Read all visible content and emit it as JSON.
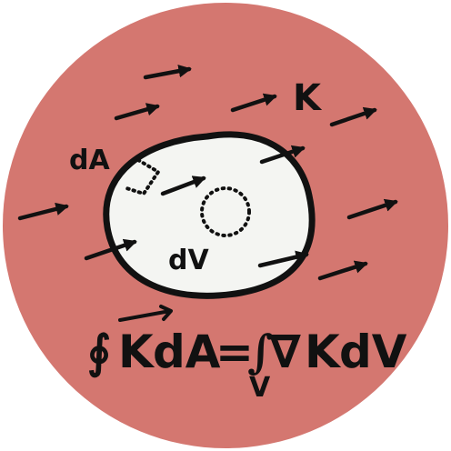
{
  "colors": {
    "background": "#ffffff",
    "disc": "#d47770",
    "blob_fill": "#f4f5f2",
    "ink": "#111111"
  },
  "labels": {
    "field": "K",
    "area_element": "dA",
    "volume_element": "dV"
  },
  "equation": {
    "lhs_integral": "∮",
    "lhs_field": "K",
    "lhs_diff": "dA",
    "equals": "=",
    "rhs_integral": "∫",
    "rhs_subscript": "V",
    "rhs_operator": "∇",
    "rhs_field": "K",
    "rhs_diff": "dV"
  },
  "icons": {
    "field_arrow": "right-arrow-icon",
    "vector_overbar": "vector-arrow-icon"
  }
}
